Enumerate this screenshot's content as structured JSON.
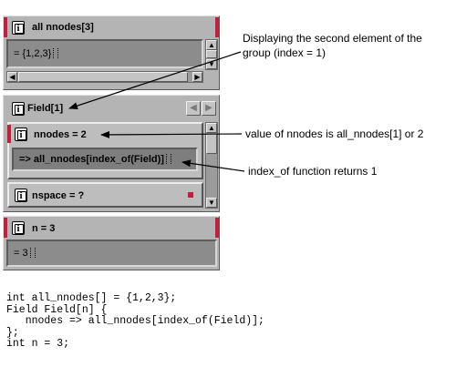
{
  "panel_nnodes": {
    "title": "all nnodes[3]",
    "value": "= {1,2,3}",
    "scroll_up": "▲",
    "scroll_down": "▼",
    "scroll_left": "◀",
    "scroll_right": "▶"
  },
  "panel_field": {
    "title": "Field[1]",
    "nav_prev": "◀",
    "nav_next": "▶",
    "nnodes_title": "nnodes = 2",
    "nnodes_expr": "=> all_nnodes[index_of(Field)]",
    "nspace_title": "nspace = ?",
    "scroll_up": "▲",
    "scroll_down": "▼"
  },
  "panel_n": {
    "title": "n = 3",
    "value": "= 3"
  },
  "annotations": {
    "second_element_line1": "Displaying the second element of the",
    "second_element_line2": "group (index = 1)",
    "value_of_nnodes": "value of nnodes is all_nnodes[1] or 2",
    "index_of_returns": "index_of function returns 1"
  },
  "code_lines": [
    "int all_nnodes[] = {1,2,3};",
    "Field Field[n] {",
    "   nnodes => all_nnodes[index_of(Field)];",
    "};",
    "int n = 3;"
  ],
  "colors": {
    "panel_gray": "#b4b4b4",
    "field_dark": "#8c8c8c",
    "marker_red": "#c21f3c"
  }
}
